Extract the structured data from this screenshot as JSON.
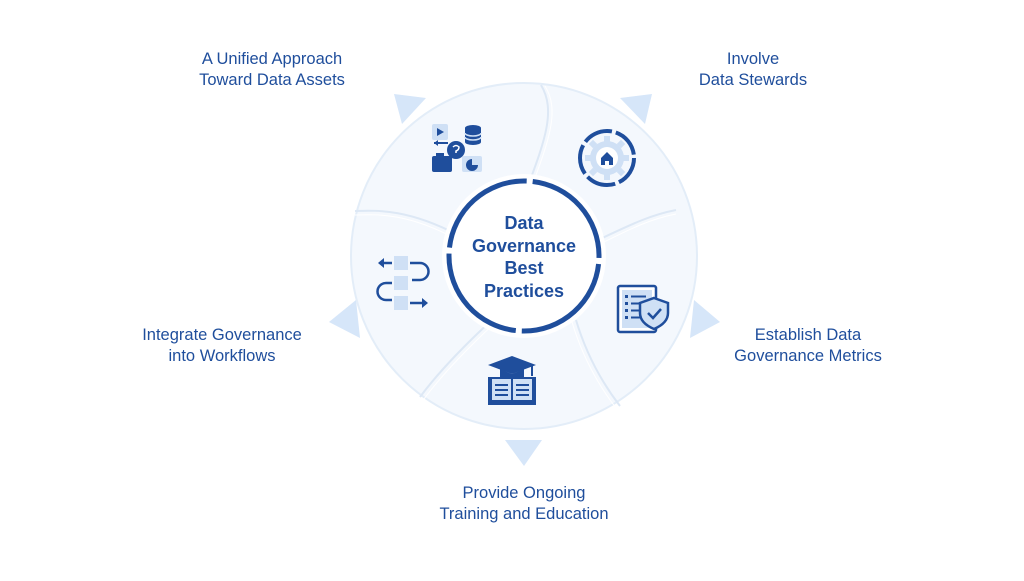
{
  "center": {
    "lines": [
      "Data",
      "Governance",
      "Best",
      "Practices"
    ]
  },
  "segments": [
    {
      "id": "unified",
      "lines": [
        "A Unified Approach",
        "Toward Data Assets"
      ],
      "icon": "data-assets-icon"
    },
    {
      "id": "stewards",
      "lines": [
        "Involve",
        "Data Stewards"
      ],
      "icon": "gear-house-icon"
    },
    {
      "id": "metrics",
      "lines": [
        "Establish Data",
        "Governance Metrics"
      ],
      "icon": "checklist-shield-icon"
    },
    {
      "id": "training",
      "lines": [
        "Provide Ongoing",
        "Training and Education"
      ],
      "icon": "graduation-book-icon"
    },
    {
      "id": "workflows",
      "lines": [
        "Integrate Governance",
        "into Workflows"
      ],
      "icon": "workflow-arrows-icon"
    }
  ],
  "colors": {
    "primary": "#1f4e9c",
    "accent": "#2a64b8",
    "light": "#cfe0f5",
    "pale": "#eef4fb",
    "stroke": "#d8e5f4",
    "arrow": "#d6e6f9"
  }
}
